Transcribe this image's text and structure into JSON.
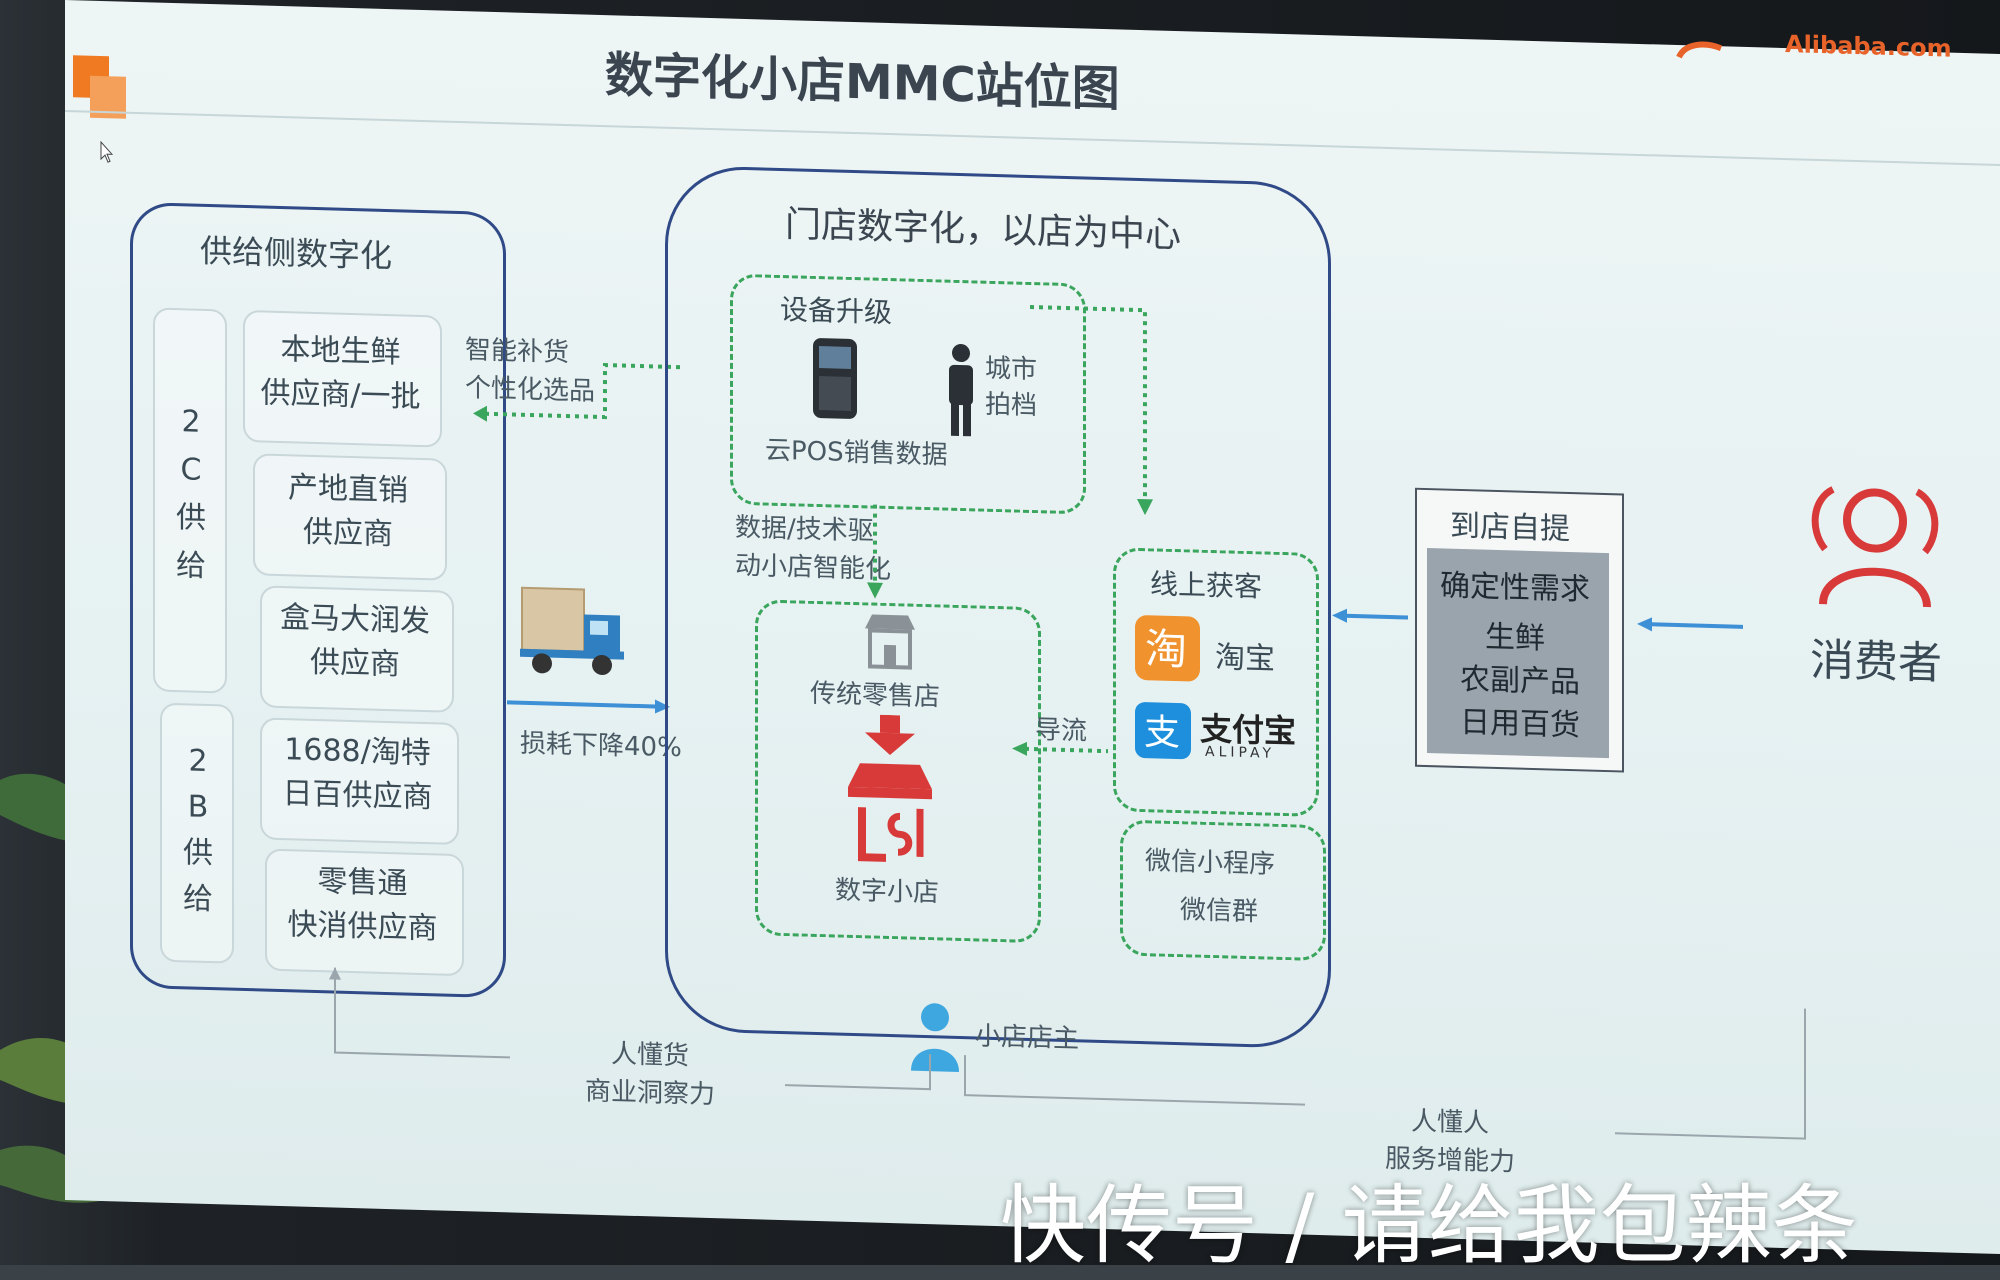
{
  "slide": {
    "title": "数字化小店MMC站位图",
    "logo_text": "Alibaba.com",
    "supply_panel": {
      "title": "供给侧数字化",
      "group_2c": "2 C 供 给",
      "group_2b": "2 B 供 给",
      "items_2c": [
        "本地生鲜\n供应商/一批",
        "产地直销\n供应商",
        "盒马大润发\n供应商"
      ],
      "items_2b": [
        "1688/淘特\n日百供应商",
        "零售通\n快消供应商"
      ]
    },
    "store_panel": {
      "title": "门店数字化，以店为中心",
      "equipment": "设备升级",
      "pos_data": "云POS销售数据",
      "city": "城市\n拍档",
      "drive": "数据/技术驱\n动小店智能化",
      "traditional_store": "传统零售店",
      "digital_store": "数字小店",
      "online": "线上获客",
      "taobao": "淘宝",
      "alipay_cn": "支付宝",
      "alipay_en": "ALIPAY",
      "wechat_mini": "微信小程序",
      "wechat_group": "微信群",
      "diversion": "导流",
      "owner": "小店店主"
    },
    "smart_restock": "智能补货\n个性化选品",
    "loss_reduction": "损耗下降40%",
    "pickup_box": {
      "title": "到店自提",
      "demand": "确定性需求",
      "items": [
        "生鲜",
        "农副产品",
        "日用百货"
      ]
    },
    "consumer": "消费者",
    "insight_goods": "人懂货\n商业洞察力",
    "insight_people": "人懂人\n服务增能力"
  },
  "photo_caption": "快传号 / 请给我包辣条",
  "colors": {
    "panel_border": "#2f4a86",
    "dash_green": "#3aa55c",
    "accent_red": "#d83a3a",
    "arrow_blue": "#3d8fd6",
    "pickup_fill": "#9aa4ad"
  }
}
